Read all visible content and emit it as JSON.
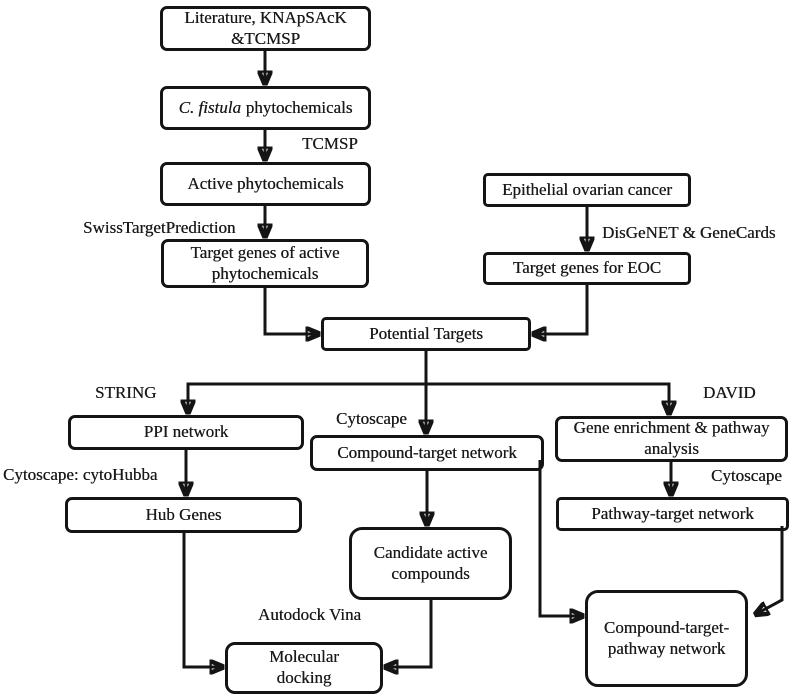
{
  "figure_type": "flowchart",
  "colors": {
    "background": "#ffffff",
    "line": "#141414",
    "box_border": "#141414",
    "text": "#1a1a1a"
  },
  "nodes": {
    "literature": {
      "line1": "Literature, KNApSAcK",
      "line2": "&TCMSP"
    },
    "phytochemicals": {
      "italic": "C. fistula",
      "rest": "phytochemicals"
    },
    "active": {
      "label": "Active phytochemicals"
    },
    "target_genes_active": {
      "line1": "Target genes of active",
      "line2": "phytochemicals"
    },
    "epithelial": {
      "label": "Epithelial ovarian cancer"
    },
    "target_genes_eoc": {
      "label": "Target genes for EOC"
    },
    "potential_targets": {
      "label": "Potential Targets"
    },
    "ppi_network": {
      "label": "PPI network"
    },
    "compound_target_network": {
      "label": "Compound-target network"
    },
    "gene_enrichment": {
      "line1": "Gene enrichment & pathway",
      "line2": "analysis"
    },
    "hub_genes": {
      "label": "Hub Genes"
    },
    "pathway_target_network": {
      "label": "Pathway-target network"
    },
    "candidate_compounds": {
      "line1": "Candidate active",
      "line2": "compounds"
    },
    "molecular_docking": {
      "line1": "Molecular",
      "line2": "docking"
    },
    "compound_target_pathway": {
      "line1": "Compound-target-",
      "line2": "pathway network"
    }
  },
  "edge_labels": {
    "tcmsp": "TCMSP",
    "swiss_target_prediction": "SwissTargetPrediction",
    "disgenet_genecards": "DisGeNET & GeneCards",
    "string": "STRING",
    "cytoscape_mid": "Cytoscape",
    "david": "DAVID",
    "cytoscape_cytohubba": "Cytoscape: cytoHubba",
    "cytoscape_right": "Cytoscape",
    "autodock_vina": "Autodock Vina"
  }
}
